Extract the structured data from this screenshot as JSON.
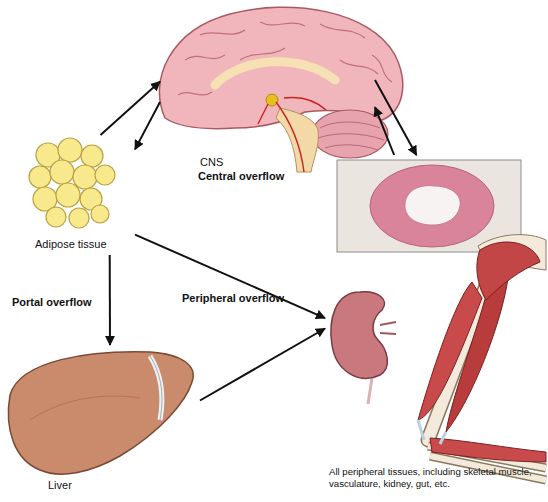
{
  "diagram": {
    "nodes": [
      {
        "text": [
          "CNS"
        ]
      },
      {
        "text": [
          "Adipose tissue"
        ]
      },
      {
        "text": [
          "Liver"
        ]
      },
      {
        "text": [
          "All peripheral tissues, including skeletal muscle, vasculature, kidney, gut, etc."
        ]
      }
    ],
    "edges": [
      {
        "from": 1,
        "to": 0,
        "arrow": "to"
      },
      {
        "from": 0,
        "to": 1,
        "arrow": "to"
      },
      {
        "from": 0,
        "to": 3,
        "arrow": "to"
      },
      {
        "from": 3,
        "to": 0,
        "arrow": "to"
      },
      {
        "from": 1,
        "to": 3,
        "label": "Peripheral overflow",
        "arrow": "to"
      },
      {
        "from": 1,
        "to": 2,
        "label": "Portal overflow",
        "arrow": "to"
      },
      {
        "from": 2,
        "to": 3,
        "arrow": "to"
      }
    ],
    "labels": [
      "Central overflow"
    ]
  }
}
